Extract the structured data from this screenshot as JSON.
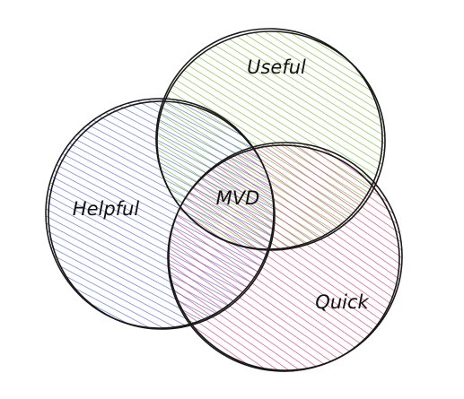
{
  "diagram": {
    "type": "venn",
    "sets": [
      {
        "id": "useful",
        "label": "Useful",
        "color": "#7cbd3f"
      },
      {
        "id": "helpful",
        "label": "Helpful",
        "color": "#5a70d6"
      },
      {
        "id": "quick",
        "label": "Quick",
        "color": "#d6457a"
      }
    ],
    "center_label": "MVD",
    "outline_color": "#1a1a1a"
  }
}
